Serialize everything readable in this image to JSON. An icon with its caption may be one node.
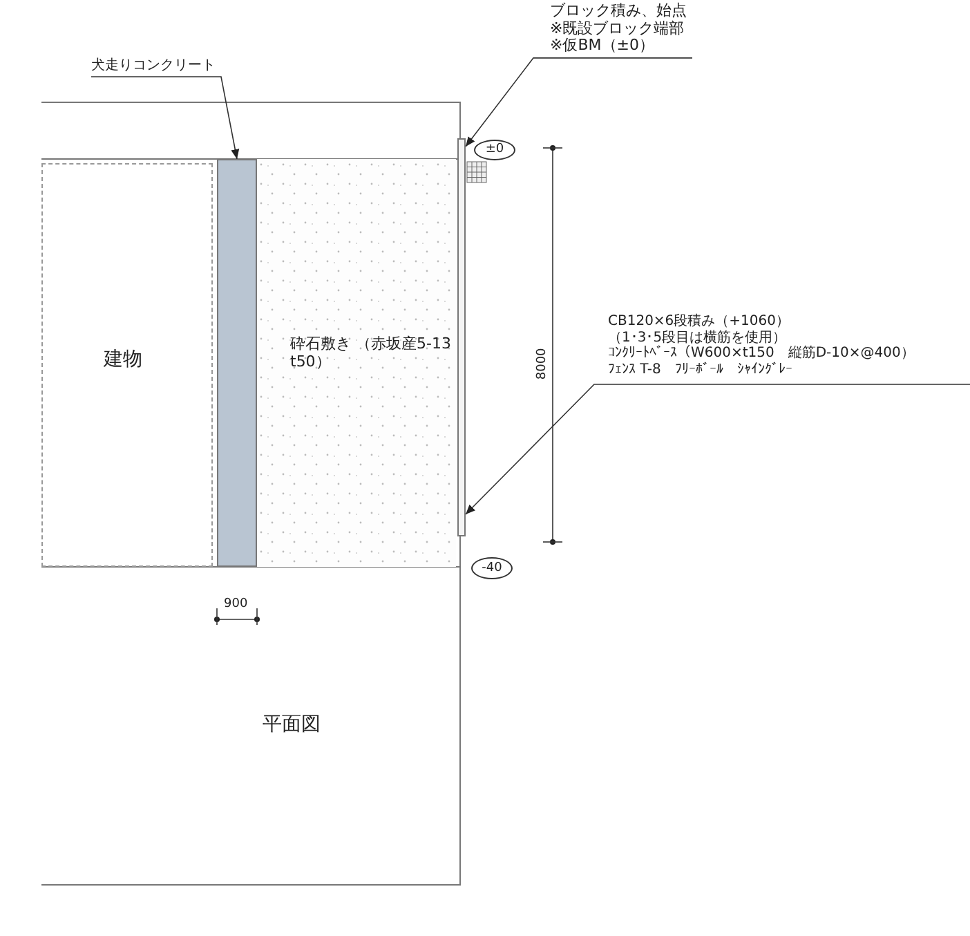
{
  "diagram": {
    "nodes": [
      {
        "text": [
          "犬走りコンクリート"
        ]
      },
      {
        "text": [],
        "shape": "bar"
      },
      {
        "text": [
          "ブロック積み、始点",
          "※既設ブロック端部",
          "※仮BM（±0）"
        ]
      },
      {
        "text": [],
        "shape": "bar"
      },
      {
        "text": [
          "CB120×6段積み（+1060）",
          "（1･3･5段目は横筋を使用）",
          "ｺﾝｸﾘｰﾄﾍﾞｰｽ（W600×t150　縦筋D-10×@400）",
          "ﾌｪﾝｽ T-8　ﾌﾘｰﾎﾞｰﾙ　ｼｬｲﾝｸﾞﾚｰ"
        ]
      },
      {
        "text": [
          "建物"
        ]
      },
      {
        "text": [
          "砕石敷き （赤坂産5-13　t50）"
        ]
      }
    ],
    "edges": [
      {
        "from": 0,
        "to": 1,
        "arrow": "to"
      },
      {
        "from": 2,
        "to": 3,
        "arrow": "to"
      },
      {
        "from": 4,
        "to": 3,
        "arrow": "to"
      }
    ],
    "labels": [
      "±0",
      "8000",
      "-40",
      "900",
      "平面図"
    ]
  }
}
